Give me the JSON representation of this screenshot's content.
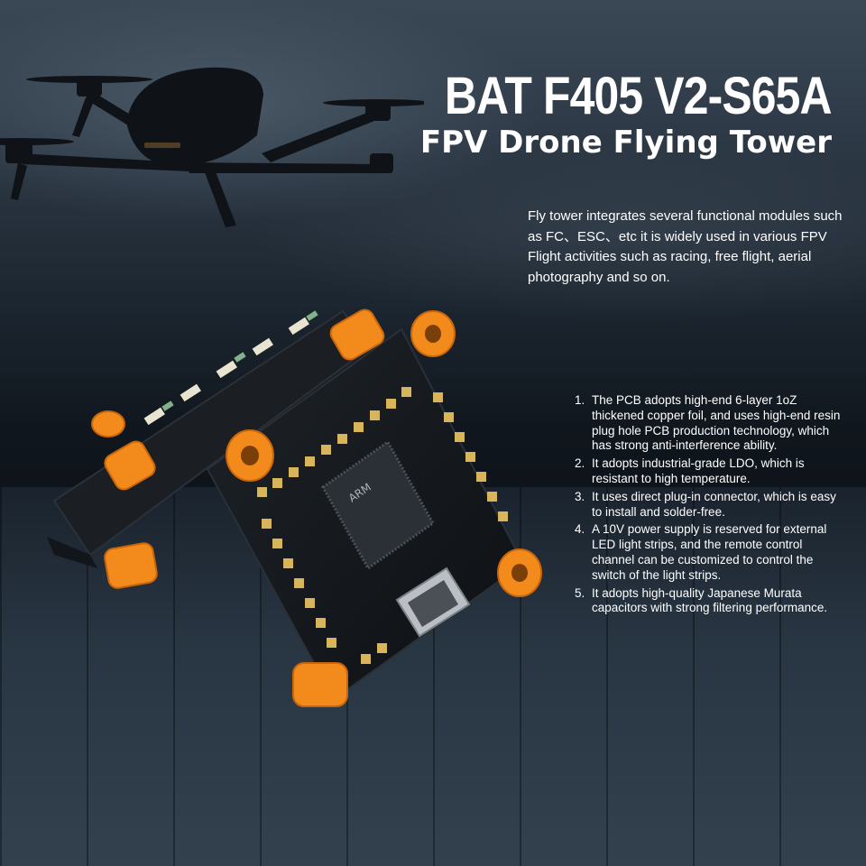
{
  "title": "BAT F405 V2-S65A",
  "subtitle": "FPV Drone Flying Tower",
  "intro": "Fly tower integrates several functional modules such as FC、ESC、etc it is widely used in various FPV Flight activities such as racing, free flight, aerial photography and so on.",
  "features": [
    {
      "num": "1.",
      "text": "The PCB adopts high-end 6-layer 1oZ thickened copper foil, and uses high-end resin plug hole PCB production technology, which has strong anti-interference ability."
    },
    {
      "num": "2.",
      "text": "It adopts industrial-grade LDO, which is resistant to high temperature."
    },
    {
      "num": "3.",
      "text": "It uses direct plug-in connector, which is easy to install and solder-free."
    },
    {
      "num": "4.",
      "text": "A 10V power supply is reserved for external LED light strips, and the remote control channel can be customized to control the switch of the light strips."
    },
    {
      "num": "5.",
      "text": "It adopts high-quality Japanese Murata capacitors with strong filtering performance."
    }
  ],
  "chip_label": "ARM",
  "colors": {
    "standoff": "#f28a1c",
    "pcb": "#15191d",
    "pad": "#d8b45a",
    "text": "#ffffff"
  }
}
